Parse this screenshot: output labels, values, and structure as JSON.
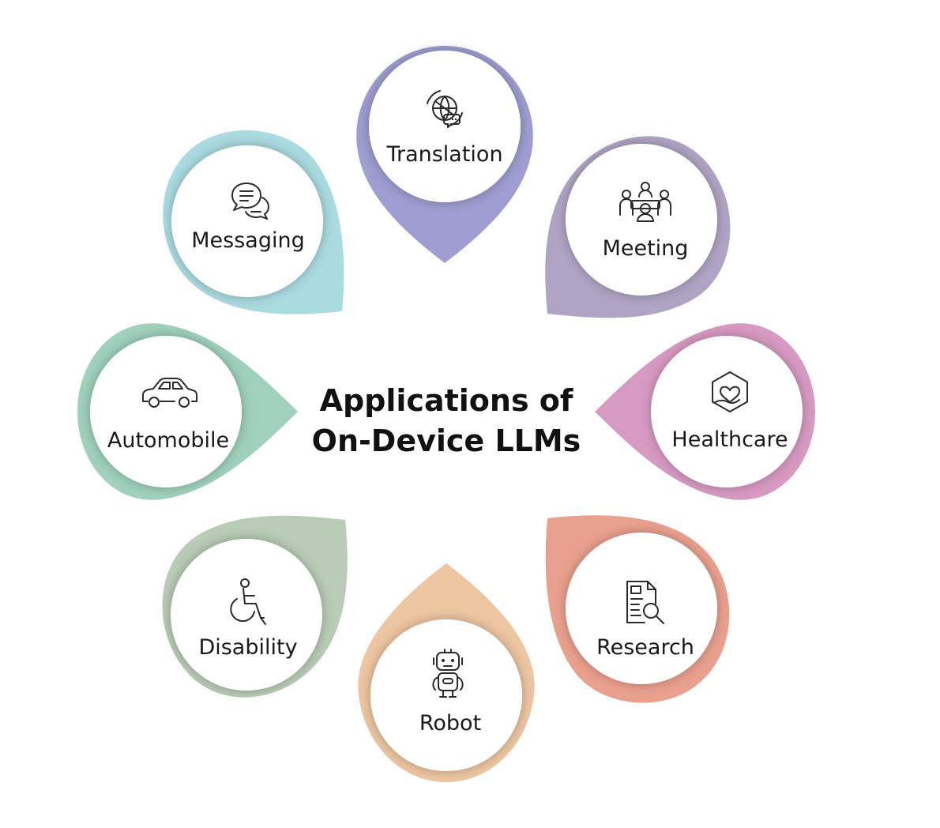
{
  "title": {
    "line1": "Applications of",
    "line2": "On-Device LLMs"
  },
  "petals": [
    {
      "key": "translation",
      "label": "Translation",
      "icon": "translation-globe-icon",
      "color": "#9f9dd1"
    },
    {
      "key": "meeting",
      "label": "Meeting",
      "icon": "meeting-people-icon",
      "color": "#b0a4c4"
    },
    {
      "key": "healthcare",
      "label": "Healthcare",
      "icon": "heart-hand-icon",
      "color": "#d79ac2"
    },
    {
      "key": "research",
      "label": "Research",
      "icon": "document-search-icon",
      "color": "#eaa08e"
    },
    {
      "key": "robot",
      "label": "Robot",
      "icon": "robot-icon",
      "color": "#edc6a2"
    },
    {
      "key": "disability",
      "label": "Disability",
      "icon": "wheelchair-icon",
      "color": "#b9ccb6"
    },
    {
      "key": "automobile",
      "label": "Automobile",
      "icon": "car-icon",
      "color": "#9fd1bc"
    },
    {
      "key": "messaging",
      "label": "Messaging",
      "icon": "chat-bubbles-icon",
      "color": "#aadbe1"
    }
  ]
}
